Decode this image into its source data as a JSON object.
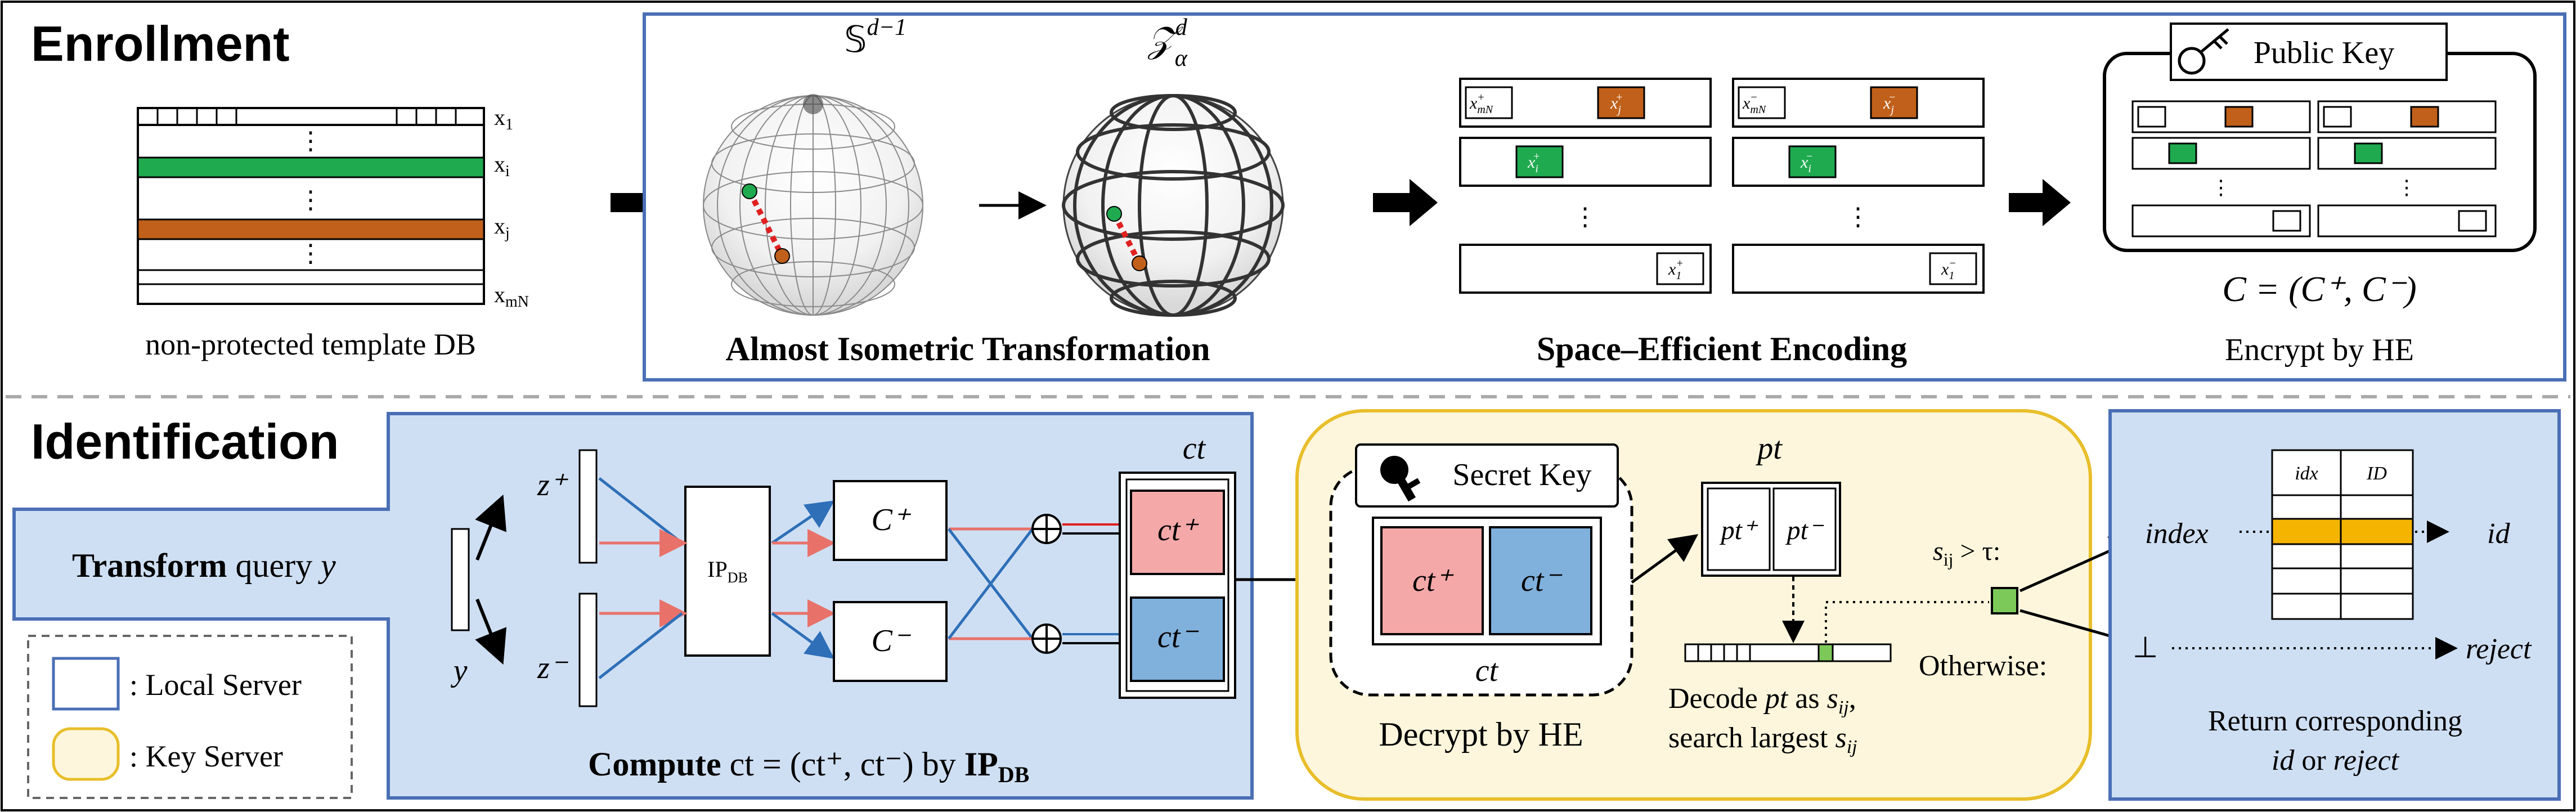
{
  "colors": {
    "blue_frame": "#4a6fb5",
    "blue_fill": "#cfdff3",
    "yellow_frame": "#e8be2a",
    "yellow_fill": "#fdf6dc",
    "green": "#1faa50",
    "orange": "#c0601a",
    "pink": "#f5a8a8",
    "lightblue": "#80b0dc",
    "red_arrow": "#e8726a",
    "blue_arrow": "#2e6fb8",
    "idx_highlight": "#f4b400",
    "light_green": "#7cc95a"
  },
  "enrollment": {
    "title": "Enrollment",
    "db_rows": [
      "x",
      "x",
      "x",
      "x"
    ],
    "db_row_subs": [
      "1",
      "i",
      "j",
      "mN"
    ],
    "db_dots": [
      "⋮",
      "⋮",
      "⋮"
    ],
    "db_caption": "non-protected template DB",
    "sphere1_label": "𝕊",
    "sphere1_sup": "d−1",
    "sphere2_label": "𝒵",
    "sphere2_sup": "d",
    "sphere2_sub": "α",
    "transform_caption": "Almost Isometric Transformation",
    "encoding_caption": "Space–Efficient Encoding",
    "encoding_items": {
      "xmN_plus": "x",
      "xmN_plus_sub": "mN",
      "xmN_plus_sup": "+",
      "xj_plus": "x",
      "xj_plus_sub": "j",
      "xj_plus_sup": "+",
      "xi_plus": "x",
      "xi_plus_sub": "i",
      "xi_plus_sup": "+",
      "x1_plus": "x",
      "x1_plus_sub": "1",
      "x1_plus_sup": "+",
      "xmN_minus": "x",
      "xmN_minus_sub": "mN",
      "xmN_minus_sup": "−",
      "xj_minus": "x",
      "xj_minus_sub": "j",
      "xj_minus_sup": "−",
      "xi_minus": "x",
      "xi_minus_sub": "i",
      "xi_minus_sup": "−",
      "x1_minus": "x",
      "x1_minus_sub": "1",
      "x1_minus_sup": "−",
      "dots": "⋮"
    },
    "public_key_label": "Public Key",
    "cipher_formula": "C = (C⁺, C⁻)",
    "encrypt_caption": "Encrypt by HE"
  },
  "identification": {
    "title": "Identification",
    "transform_bold": "Transform",
    "transform_rest": " query ",
    "query_var": "y",
    "y_label": "y",
    "z_plus": "z⁺",
    "z_minus": "z⁻",
    "ipdb_label": "IP",
    "ipdb_sub": "DB",
    "c_plus": "C⁺",
    "c_minus": "C⁻",
    "ct_top_label": "ct",
    "ct_plus": "ct⁺",
    "ct_minus": "ct⁻",
    "compute_bold": "Compute",
    "compute_rest": " ct = (ct⁺, ct⁻) by ",
    "compute_ip": "IP",
    "compute_ip_sub": "DB",
    "legend_local": ": Local Server",
    "legend_key": ": Key Server",
    "secret_key_label": "Secret Key",
    "ct_box_label": "ct",
    "decrypt_caption": "Decrypt by HE",
    "pt_top_label": "pt",
    "pt_plus": "pt⁺",
    "pt_minus": "pt⁻",
    "decode_line1_a": "Decode ",
    "decode_line1_pt": "pt",
    "decode_line1_b": " as ",
    "decode_line1_s": "s",
    "decode_line1_sub": "ij",
    "decode_line1_c": ",",
    "decode_line2_a": "search largest ",
    "decode_line2_s": "s",
    "decode_line2_sub": "ij",
    "cond_s": "s",
    "cond_sub": "ij",
    "cond_rest": " > τ:",
    "otherwise": "Otherwise:",
    "index_label": "index",
    "id_label": "id",
    "bottom_label": "⊥",
    "reject_label": "reject",
    "table_headers": [
      "idx",
      "ID"
    ],
    "return_line1": "Return corresponding",
    "return_line2_id": "id",
    "return_line2_or": " or ",
    "return_line2_reject": "reject"
  }
}
